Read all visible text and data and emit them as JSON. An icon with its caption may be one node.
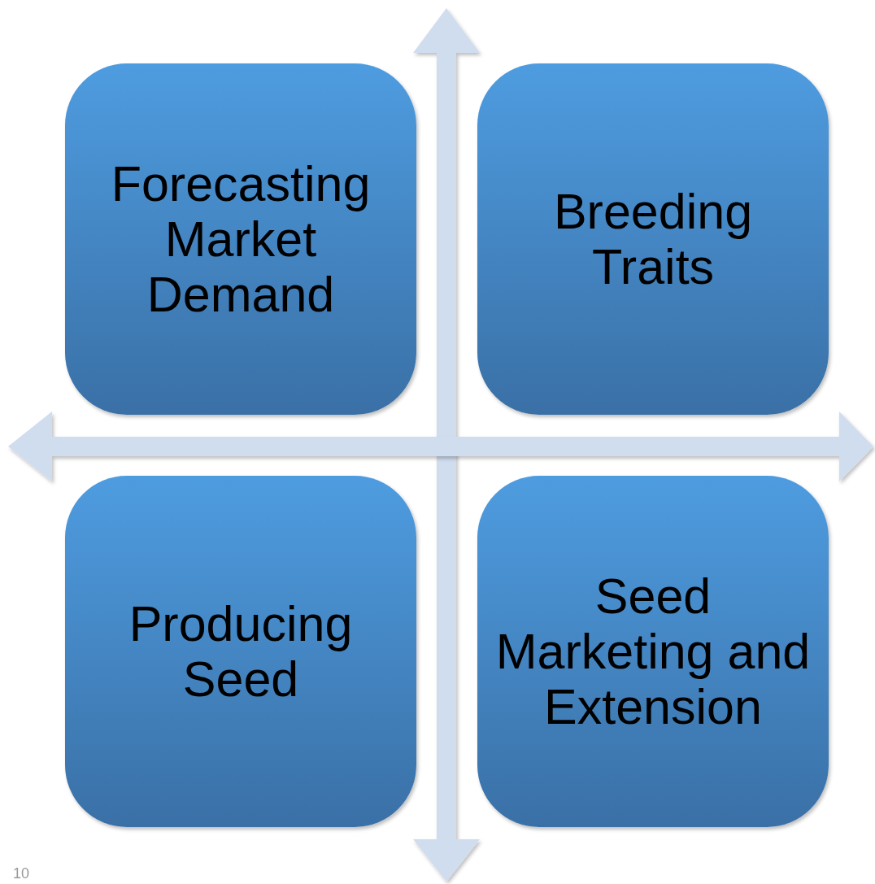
{
  "diagram": {
    "nodes": [
      {
        "text": [
          "Forecasting Market Demand"
        ]
      },
      {
        "text": [
          "Breeding Traits"
        ]
      },
      {
        "text": [
          "Producing Seed"
        ]
      },
      {
        "text": [
          "Seed Marketing and Extension"
        ]
      }
    ],
    "labels": [
      "10"
    ]
  }
}
